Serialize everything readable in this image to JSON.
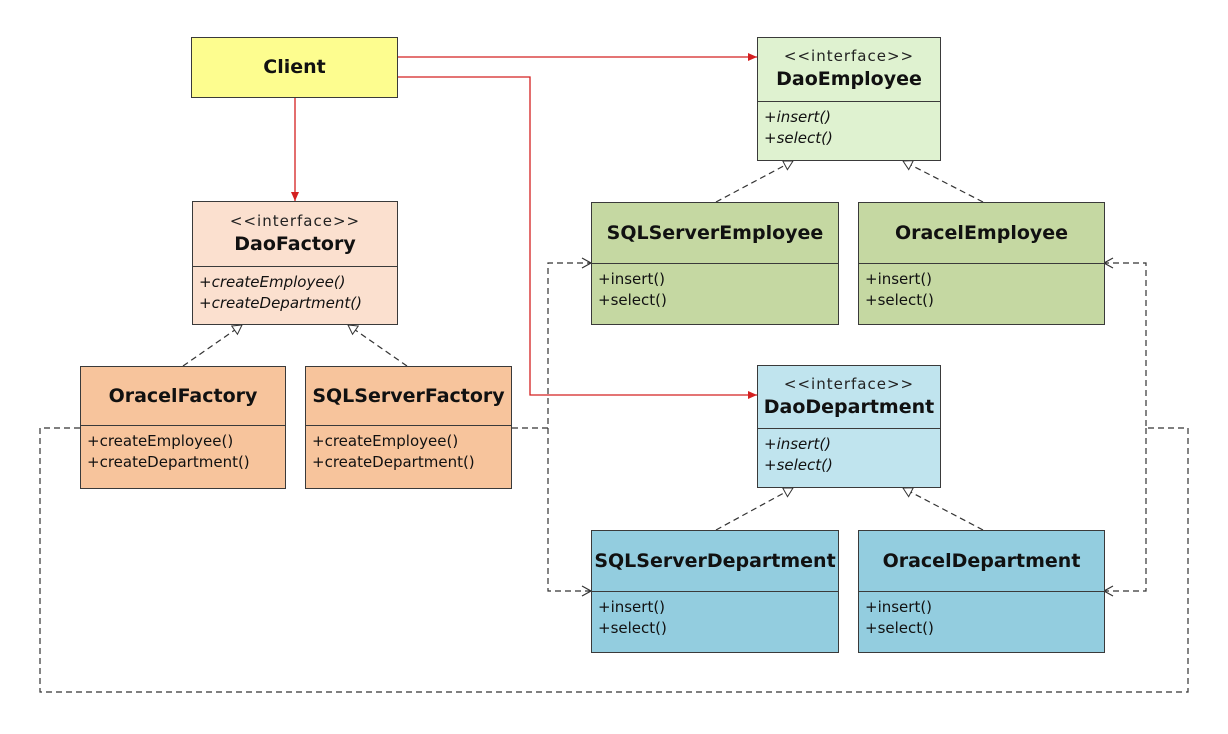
{
  "colors": {
    "client": "#fdfd8f",
    "dao_factory": "#fbe0cf",
    "factory_impl": "#f7c49c",
    "dao_employee": "#dff2d0",
    "employee_impl": "#c5d8a2",
    "dao_department": "#c0e4ee",
    "department_impl": "#93cddf",
    "association_line": "#d42020",
    "realization_line": "#333333"
  },
  "classes": {
    "client": {
      "name": "Client"
    },
    "dao_factory": {
      "stereotype": "<<interface>>",
      "name": "DaoFactory",
      "ops": [
        "+createEmployee()",
        "+createDepartment()"
      ]
    },
    "oracel_factory": {
      "name": "OracelFactory",
      "ops": [
        "+createEmployee()",
        "+createDepartment()"
      ]
    },
    "sqlserver_factory": {
      "name": "SQLServerFactory",
      "ops": [
        "+createEmployee()",
        "+createDepartment()"
      ]
    },
    "dao_employee": {
      "stereotype": "<<interface>>",
      "name": "DaoEmployee",
      "ops": [
        "+insert()",
        "+select()"
      ]
    },
    "sqlserver_employee": {
      "name": "SQLServerEmployee",
      "ops": [
        "+insert()",
        "+select()"
      ]
    },
    "oracel_employee": {
      "name": "OracelEmployee",
      "ops": [
        "+insert()",
        "+select()"
      ]
    },
    "dao_department": {
      "stereotype": "<<interface>>",
      "name": "DaoDepartment",
      "ops": [
        "+insert()",
        "+select()"
      ]
    },
    "sqlserver_department": {
      "name": "SQLServerDepartment",
      "ops": [
        "+insert()",
        "+select()"
      ]
    },
    "oracel_department": {
      "name": "OracelDepartment",
      "ops": [
        "+insert()",
        "+select()"
      ]
    }
  },
  "relations": {
    "associations": [
      {
        "from": "Client",
        "to": "DaoEmployee"
      },
      {
        "from": "Client",
        "to": "DaoFactory"
      },
      {
        "from": "Client",
        "to": "DaoDepartment"
      }
    ],
    "realizations": [
      {
        "from": "OracelFactory",
        "to": "DaoFactory"
      },
      {
        "from": "SQLServerFactory",
        "to": "DaoFactory"
      },
      {
        "from": "SQLServerEmployee",
        "to": "DaoEmployee"
      },
      {
        "from": "OracelEmployee",
        "to": "DaoEmployee"
      },
      {
        "from": "SQLServerDepartment",
        "to": "DaoDepartment"
      },
      {
        "from": "OracelDepartment",
        "to": "DaoDepartment"
      }
    ],
    "dependencies": [
      {
        "from": "SQLServerFactory",
        "to": "SQLServerEmployee"
      },
      {
        "from": "SQLServerFactory",
        "to": "SQLServerDepartment"
      },
      {
        "from": "OracelFactory",
        "to": "OracelEmployee"
      },
      {
        "from": "OracelFactory",
        "to": "OracelDepartment"
      }
    ]
  }
}
